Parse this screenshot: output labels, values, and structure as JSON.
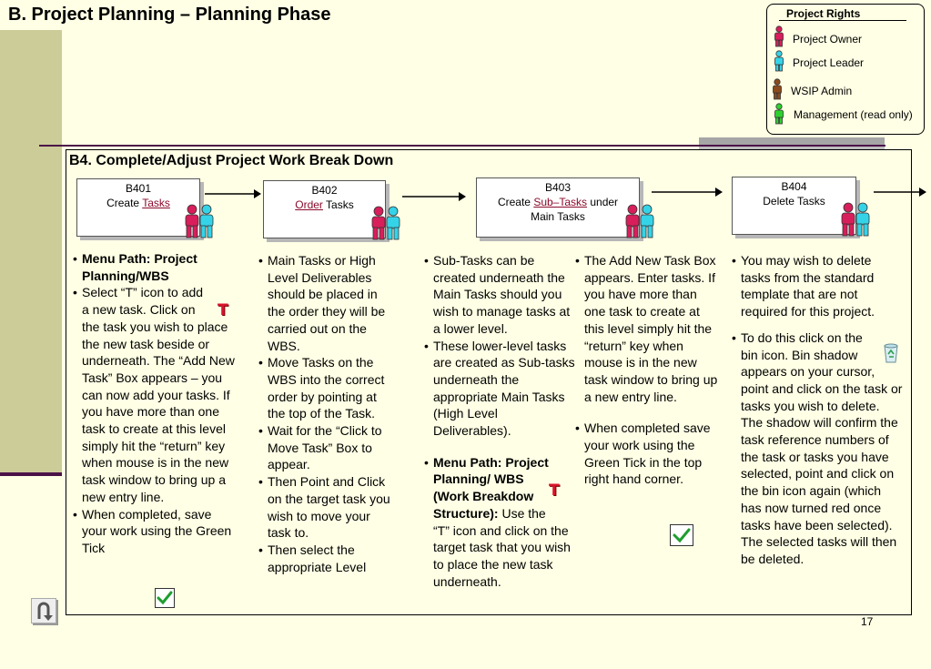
{
  "title": "B. Project Planning – Planning Phase",
  "rights": {
    "title": "Project Rights",
    "roles": [
      {
        "label": "Project Owner",
        "color": "#D81E5B"
      },
      {
        "label": "Project Leader",
        "color": "#35D3E8"
      },
      {
        "label": "WSIP Admin",
        "color": "#8B4A1C"
      },
      {
        "label": "Management (read only)",
        "color": "#2ED02E"
      }
    ]
  },
  "section_title": "B4. Complete/Adjust Project  Work Break Down",
  "steps": [
    {
      "code": "B401",
      "pre": "Create ",
      "link": "Tasks",
      "post": ""
    },
    {
      "code": "B402",
      "pre": "",
      "link": "Order",
      "post": " Tasks"
    },
    {
      "code": "B403",
      "pre": "Create ",
      "link": "Sub–Tasks",
      "post": " under",
      "line2": "Main Tasks"
    },
    {
      "code": "B404",
      "pre": "Delete Tasks",
      "link": "",
      "post": ""
    }
  ],
  "col1": {
    "menu_path": "Menu Path: Project Planning/WBS",
    "b2_line1": "Select  “T”  icon to add",
    "b2_line2": "a new task.  Click on",
    "b2_rest": "the task you wish to place the new task beside or underneath.  The  “Add New Task” Box appears – you can now add your tasks.  If you have more than one task to create at this level simply hit the “return” key when mouse is in the new task window to bring up a new entry line.",
    "b3": "When completed, save your work using the Green Tick"
  },
  "col2": {
    "items": [
      "Main Tasks or High Level Deliverables should be placed in the order they will be carried out on the WBS.",
      "Move Tasks on the WBS into the correct order by pointing at the top of the Task.",
      "Wait for the “Click to Move Task” Box to appear.",
      "Then Point and Click on the target task you wish to move your  task to.",
      "Then select the appropriate Level"
    ]
  },
  "col3": {
    "items": [
      "Sub-Tasks can be created underneath the Main Tasks should you wish to manage tasks at a lower level.",
      "These lower-level tasks are created as Sub-tasks underneath the appropriate Main Tasks (High Level Deliverables)."
    ],
    "menu_l1": "Menu Path:  Project",
    "menu_l2": "Planning/ WBS",
    "menu_l3": "(Work Breakdow",
    "menu_l4_bold": "Structure):",
    "menu_l4_rest": " Use  the",
    "menu_rest": "“T” icon  and click on the target task that you wish to place the new task underneath."
  },
  "col4": {
    "items": [
      "The Add New Task Box appears.  Enter tasks. If you have more than one task to create at this level simply hit the “return” key when mouse is in the new task window to bring up a new entry line.",
      "When completed save your work using the Green Tick in the top right hand corner."
    ]
  },
  "col5": {
    "item1": "You may wish to delete tasks from the standard template that are not required for this project.",
    "item2_l1": "To do this click on the",
    "item2_l2": "bin icon.  Bin shadow",
    "item2_rest": "appears on your cursor, point and click on the task or tasks you wish to delete.  The shadow will confirm the task reference numbers of the task or tasks you have selected, point and click on the bin icon again (which has now turned red once tasks have been selected).  The selected tasks will then be deleted."
  },
  "t_icon_glyph": "T",
  "page_number": "17"
}
